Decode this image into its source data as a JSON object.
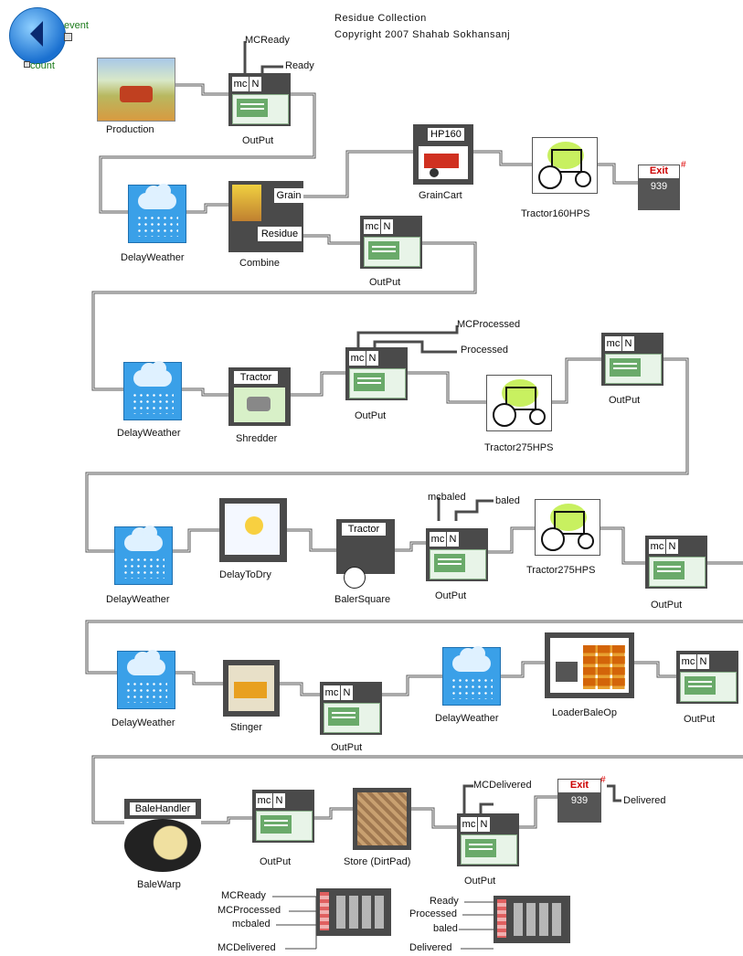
{
  "header": {
    "title": "Residue Collection",
    "copyright": "Copyright 2007 Shahab Sokhansanj"
  },
  "executive": {
    "event_label": "event",
    "count_label": "count"
  },
  "output_block": {
    "mc_label": "mc",
    "n_label": "N"
  },
  "blocks": {
    "production": "Production",
    "output": "OutPut",
    "delay_weather": "DelayWeather",
    "combine": "Combine",
    "combine_grain": "Grain",
    "combine_residue": "Residue",
    "grain_cart": "GrainCart",
    "grain_cart_tag": "HP160",
    "tractor160": "Tractor160HPS",
    "shredder": "Shredder",
    "shredder_tag": "Tractor",
    "tractor275": "Tractor275HPS",
    "delay_to_dry": "DelayToDry",
    "baler_square": "BalerSquare",
    "baler_tag": "Tractor",
    "stinger": "Stinger",
    "loader_bale_op": "LoaderBaleOp",
    "bale_handler_tag": "BaleHandler",
    "bale_warp": "BaleWarp",
    "store": "Store (DirtPad)"
  },
  "counters": {
    "count1": {
      "header": "Exit",
      "value": "939",
      "marker": "#"
    },
    "count2": {
      "header": "Exit",
      "value": "939",
      "marker": "#",
      "label": "Delivered"
    }
  },
  "signals": {
    "mc_ready": "MCReady",
    "ready": "Ready",
    "mc_processed": "MCProcessed",
    "processed": "Processed",
    "mcbaled": "mcbaled",
    "baled": "baled",
    "mc_delivered": "MCDelivered"
  },
  "legend_left": [
    "MCReady",
    "MCProcessed",
    "mcbaled",
    "MCDelivered"
  ],
  "legend_right": [
    "Ready",
    "Processed",
    "baled",
    "Delivered"
  ]
}
